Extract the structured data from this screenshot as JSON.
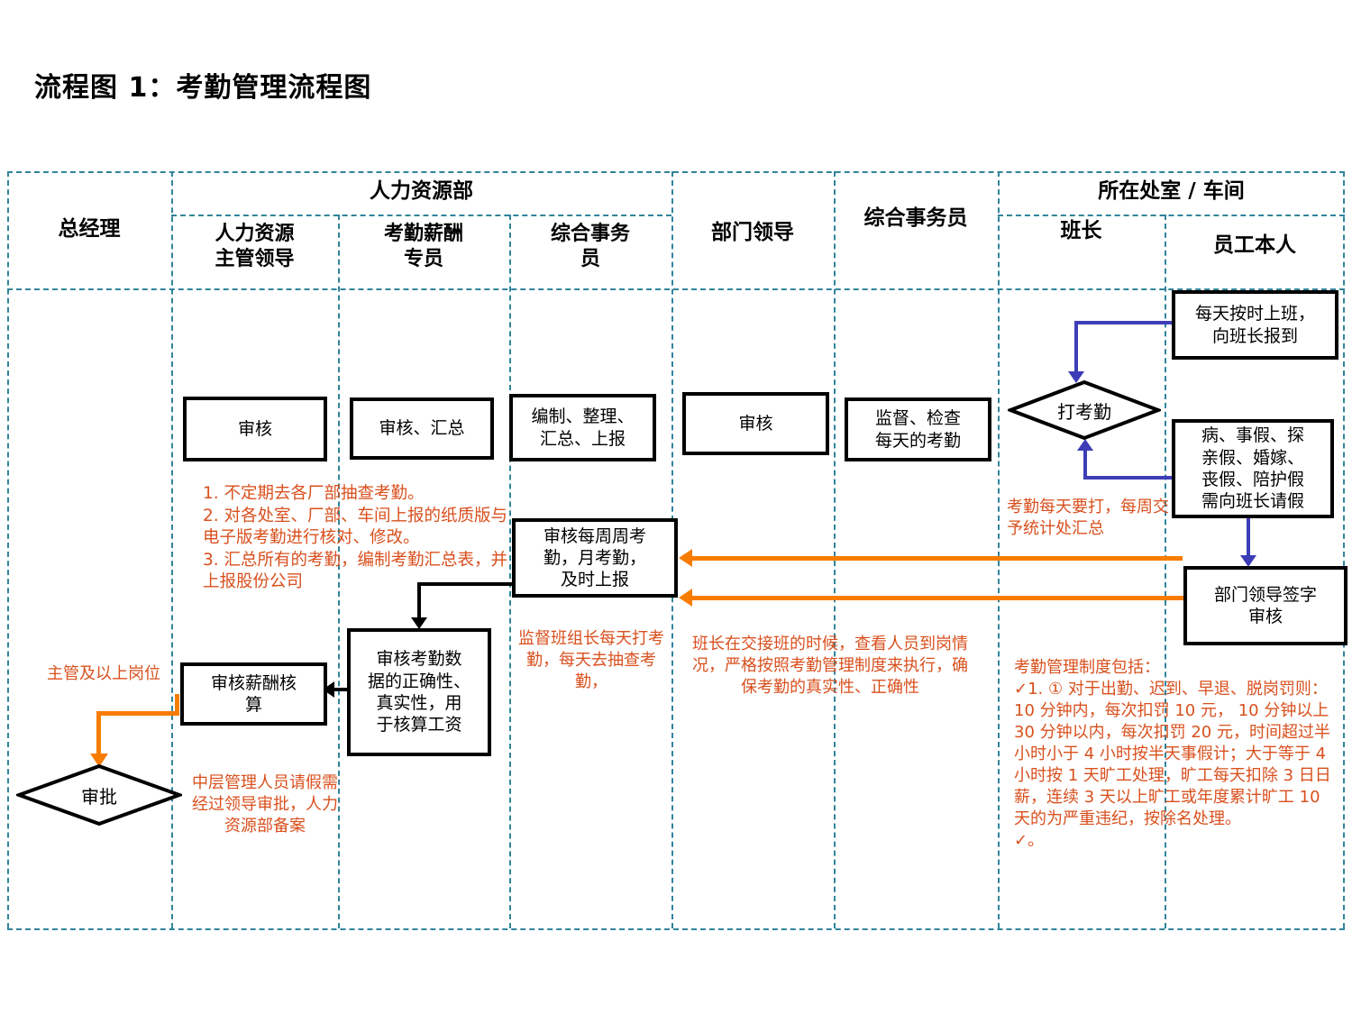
{
  "title": "流程图 1：考勤管理流程图",
  "colors": {
    "grid_dash": "#31849B",
    "arrow_blue": "#3D3DB8",
    "arrow_orange": "#F87C00",
    "note_red": "#D9501E",
    "box_border": "#000000"
  },
  "lanes": {
    "general_manager": "总经理",
    "hr_group": "人力资源部",
    "hr_lead": "人力资源\n主管领导",
    "payroll_specialist": "考勤薪酬\n专员",
    "hr_affairs_officer": "综合事务\n员",
    "dept_leader": "部门领导",
    "affairs_officer": "综合事务员",
    "workshop_group": "所在处室 / 车间",
    "monitor": "班长",
    "employee": "员工本人"
  },
  "nodes": {
    "hr_lead_review": "审核",
    "review_summarize": "审核、汇总",
    "compile_report": "编制、整理、\n汇总、上报",
    "dept_review": "审核",
    "supervise_check": "监督、检查\n每天的考勤",
    "clock_in": "打考勤",
    "daily_ontime": "每天按时上班，\n向班长报到",
    "leave_types": "病、事假、探\n亲假、婚嫁、\n丧假、陪护假\n需向班长请假",
    "dept_sign_review": "部门领导签字\n审核",
    "weekly_review": "审核每周周考\n勤，月考勤，\n及时上报",
    "verify_data": "审核考勤数\n据的正确性、\n真实性，用\n于核算工资",
    "payroll_review": "审核薪酬核\n算",
    "approve": "审批"
  },
  "notes": {
    "hr_lead_note": "1. 不定期去各厂部抽查考勤。\n2. 对各处室、厂部、车间上报的纸质版与电子版考勤进行核对、修改。\n3. 汇总所有的考勤，编制考勤汇总表，并上报股份公司",
    "supervisor_note": "主管及以上岗位",
    "midlevel_note": "中层管理人员请假需经过领导审批，人力资源部备案",
    "monitor_daily_note": "监督班组长每天打考勤，每天去抽查考勤，",
    "shift_handover_note": "班长在交接班的时候，查看人员到岗情况，严格按照考勤管理制度来执行，确保考勤的真实性、正确性",
    "clock_daily_note": "考勤每天要打，每周交予统计处汇总",
    "policy_note": "考勤管理制度包括：\n✓1. ① 对于出勤、迟到、早退、脱岗罚则：10 分钟内，每次扣罚 10 元， 10 分钟以上 30 分钟以内，每次扣罚 20 元，时间超过半小时小于 4 小时按半天事假计；大于等于 4 小时按 1 天旷工处理，旷工每天扣除 3 日日薪，连续 3 天以上旷工或年度累计旷工 10 天的为严重违纪，按除名处理。\n✓。"
  }
}
